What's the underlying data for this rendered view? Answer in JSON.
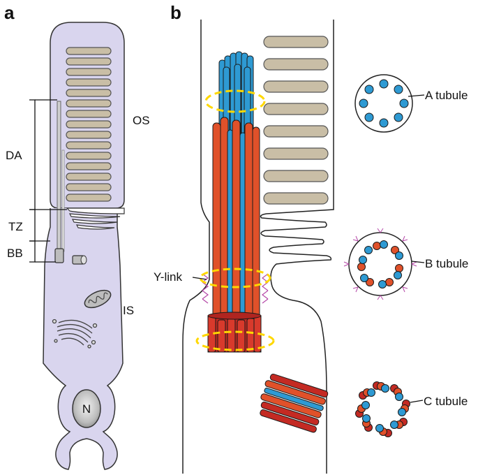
{
  "panels": {
    "a": {
      "label": "a",
      "region_labels": {
        "outer_segment": "OS",
        "distal_axoneme": "DA",
        "transition_zone": "TZ",
        "basal_body": "BB",
        "inner_segment": "IS",
        "nucleus": "N"
      }
    },
    "b": {
      "label": "b",
      "callouts": {
        "y_link": "Y-link",
        "a_tubule": "A tubule",
        "b_tubule": "B tubule",
        "c_tubule": "C tubule"
      }
    }
  },
  "colors": {
    "cell_fill": "#d9d5ee",
    "disc_fill": "#c9bea6",
    "a_tubule": "#2e9ad3",
    "b_tubule": "#e0512a",
    "c_tubule": "#c42a23",
    "y_link": "#b548a8",
    "highlight_ring": "#ffd800"
  }
}
